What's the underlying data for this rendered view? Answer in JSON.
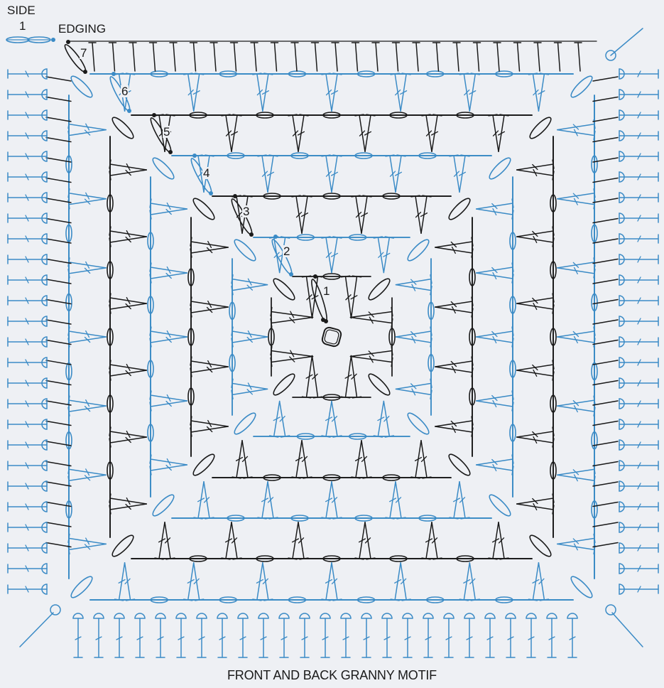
{
  "labels": {
    "side": "SIDE",
    "side_number": "1",
    "edging": "EDGING",
    "caption": "FRONT AND BACK GRANNY MOTIF"
  },
  "round_labels": [
    "1",
    "2",
    "3",
    "4",
    "5",
    "6",
    "7"
  ],
  "colors": {
    "background": "#eef0f4",
    "black_rounds": "#1a1a1a",
    "blue_rounds": "#3b8bc6"
  },
  "symbols": {
    "chain": "oval",
    "double_crochet": "post-with-slash",
    "round_start": "dot",
    "edging_stitch": "half-circle-post"
  }
}
